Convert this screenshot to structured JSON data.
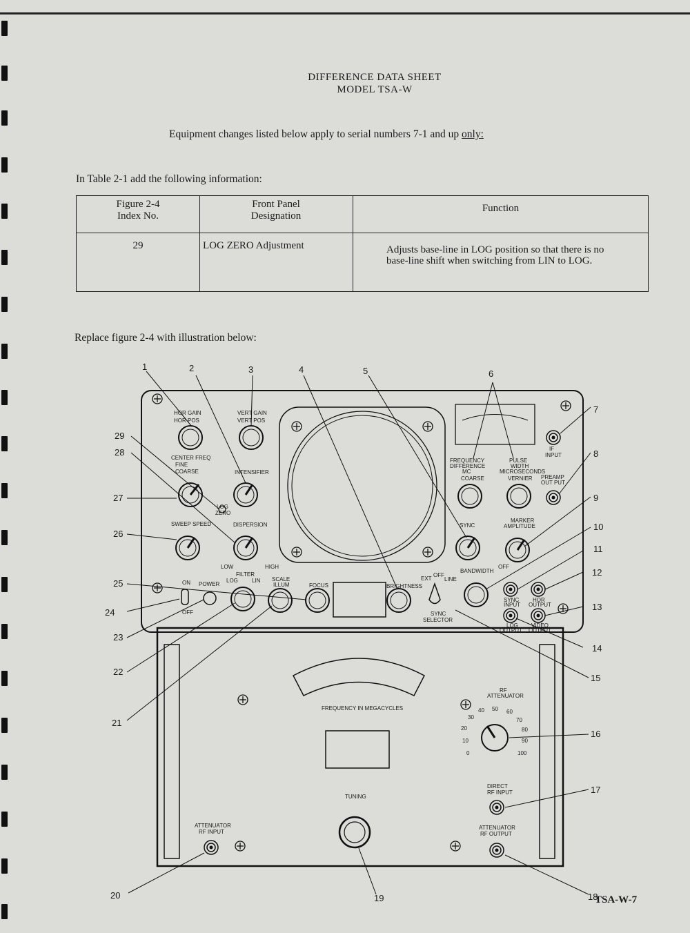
{
  "header": {
    "line1": "DIFFERENCE DATA SHEET",
    "line2": "MODEL TSA-W"
  },
  "equipment_note": {
    "text": "Equipment changes listed below apply to serial numbers 7-1 and up ",
    "emphasis": "only:"
  },
  "table_intro": "In Table 2-1 add the following information:",
  "table": {
    "headers": [
      "Figure 2-4\nIndex No.",
      "Front Panel\nDesignation",
      "Function"
    ],
    "rows": [
      {
        "index": "29",
        "designation": "LOG ZERO Adjustment",
        "function": "Adjusts base-line in LOG position so that there is no base-line shift when switching from LIN to LOG."
      }
    ]
  },
  "replace_text": "Replace figure 2-4 with illustration below:",
  "figure": {
    "callouts": [
      "1",
      "2",
      "3",
      "4",
      "5",
      "6",
      "7",
      "8",
      "9",
      "10",
      "11",
      "12",
      "13",
      "14",
      "15",
      "16",
      "17",
      "18",
      "19",
      "20",
      "21",
      "22",
      "23",
      "24",
      "25",
      "26",
      "27",
      "28",
      "29"
    ],
    "panel_labels": {
      "hor_gain": "HOR GAIN",
      "hor_pos": "HOR POS",
      "vert_gain": "VERT GAIN",
      "vert_pos": "VERT POS",
      "center_freq": "CENTER FREQ",
      "fine": "FINE",
      "coarse": "COARSE",
      "intensifier": "INTENSIFIER",
      "log_zero_1": "LOG",
      "log_zero_2": "ZERO",
      "sweep_speed": "SWEEP SPEED",
      "dispersion": "DISPERSION",
      "low": "LOW",
      "high": "HIGH",
      "sync": "SYNC",
      "bandwidth": "BANDWIDTH",
      "marker_amplitude_1": "MARKER",
      "marker_amplitude_2": "AMPLITUDE",
      "off": "OFF",
      "freq_diff_1": "FREQUENCY",
      "freq_diff_2": "DIFFERENCE",
      "freq_diff_3": "MC",
      "pulse_width_1": "PULSE",
      "pulse_width_2": "WIDTH",
      "pulse_width_3": "MICROSECONDS",
      "coarse2": "COARSE",
      "vernier": "VERNIER",
      "if_input_1": "IF",
      "if_input_2": "INPUT",
      "preamp_1": "PREAMP",
      "preamp_2": "OUT PUT",
      "on": "ON",
      "power": "POWER",
      "filter": "FILTER",
      "log": "LOG",
      "lin": "LIN",
      "scale_illum_1": "SCALE",
      "scale_illum_2": "ILLUM",
      "focus": "FOCUS",
      "brightness": "BRIGHTNESS",
      "ext": "EXT",
      "off_line_1": "OFF",
      "off_line_2": "LINE",
      "sync_selector_1": "SYNC",
      "sync_selector_2": "SELECTOR",
      "sync_input_1": "SYNC",
      "sync_input_2": "INPUT",
      "hor_output_1": "HOR",
      "hor_output_2": "OUTPUT",
      "log_output_1": "LOG",
      "log_output_2": "OUTPUT",
      "video_output_1": "VIDEO",
      "video_output_2": "OUTPUT",
      "off_toggle": "OFF",
      "freq_mc": "FREQUENCY IN MEGACYCLES",
      "rf_atten_1": "RF",
      "rf_atten_2": "ATTENUATOR",
      "direct_rf_1": "DIRECT",
      "direct_rf_2": "RF INPUT",
      "atten_rf_out_1": "ATTENUATOR",
      "atten_rf_out_2": "RF OUTPUT",
      "atten_rf_in_1": "ATTENUATOR",
      "atten_rf_in_2": "RF INPUT",
      "tuning": "TUNING"
    },
    "rf_scale": [
      "0",
      "10",
      "20",
      "30",
      "40",
      "50",
      "60",
      "70",
      "80",
      "90",
      "100"
    ]
  },
  "footer": "TSA-W-7"
}
